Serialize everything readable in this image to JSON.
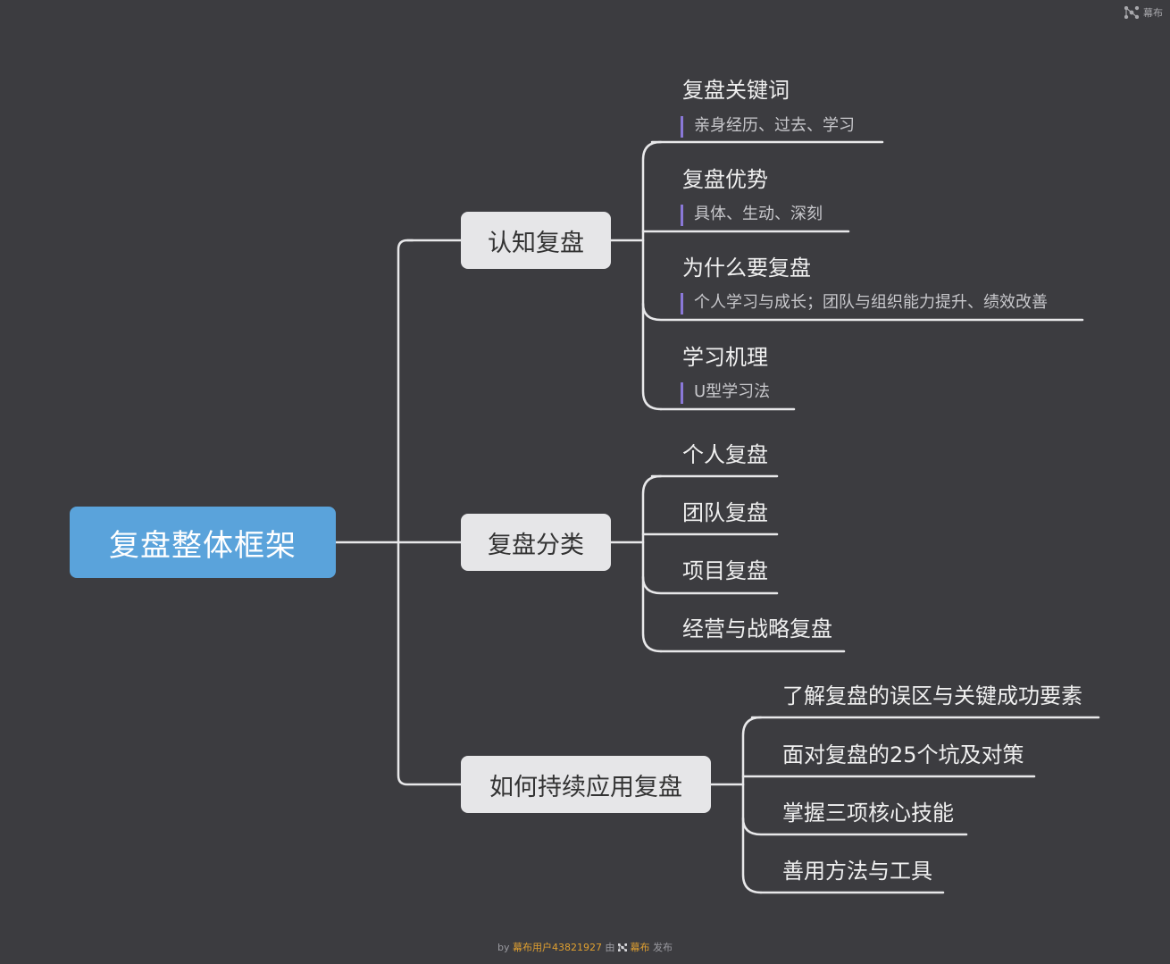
{
  "brand": {
    "label": "幕布",
    "icon": "mubu-logo-icon"
  },
  "colors": {
    "background": "#3c3c40",
    "root_fill": "#5aa3db",
    "branch_fill": "#e6e6e8",
    "line": "#e8e8ea",
    "note_bar": "#8a78d8",
    "footer_highlight": "#e0a030"
  },
  "root": {
    "label": "复盘整体框架"
  },
  "branches": [
    {
      "label": "认知复盘",
      "children": [
        {
          "title": "复盘关键词",
          "note": "亲身经历、过去、学习"
        },
        {
          "title": "复盘优势",
          "note": "具体、生动、深刻"
        },
        {
          "title": "为什么要复盘",
          "note": "个人学习与成长；团队与组织能力提升、绩效改善"
        },
        {
          "title": "学习机理",
          "note": "U型学习法"
        }
      ]
    },
    {
      "label": "复盘分类",
      "children": [
        {
          "title": "个人复盘"
        },
        {
          "title": "团队复盘"
        },
        {
          "title": "项目复盘"
        },
        {
          "title": "经营与战略复盘"
        }
      ]
    },
    {
      "label": "如何持续应用复盘",
      "children": [
        {
          "title": "了解复盘的误区与关键成功要素"
        },
        {
          "title": "面对复盘的25个坑及对策"
        },
        {
          "title": "掌握三项核心技能"
        },
        {
          "title": "善用方法与工具"
        }
      ]
    }
  ],
  "footer": {
    "by": "by",
    "user": "幕布用户43821927",
    "via": "由",
    "brand": "幕布",
    "action": "发布"
  }
}
